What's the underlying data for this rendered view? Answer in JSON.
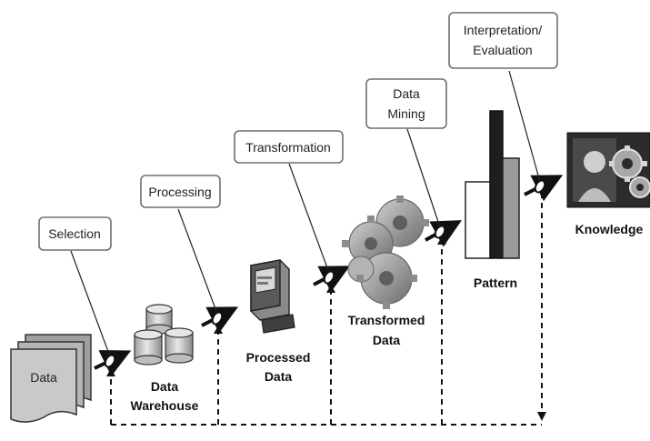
{
  "steps": {
    "selection": "Selection",
    "processing": "Processing",
    "transformation": "Transformation",
    "data_mining": [
      "Data",
      "Mining"
    ],
    "interpretation": [
      "Interpretation/",
      "Evaluation"
    ]
  },
  "items": {
    "data": "Data",
    "warehouse": [
      "Data",
      "Warehouse"
    ],
    "processed": [
      "Processed",
      "Data"
    ],
    "transformed": [
      "Transformed",
      "Data"
    ],
    "pattern": "Pattern",
    "knowledge": "Knowledge"
  },
  "colors": {
    "document_fill": "#c9c9c9",
    "cylinder_fill": "#cfcfcf",
    "gear_fill": "#9a9a9a",
    "bar_white": "#ffffff",
    "bar_dark": "#1e1e1e",
    "bar_grey": "#9b9b9b",
    "knowledge_bg": "#2b2b2b"
  },
  "icons": [
    "document-stack-icon",
    "database-cylinders-icon",
    "computer-icon",
    "gears-icon",
    "bar-chart-icon",
    "knowledge-gears-icon"
  ]
}
